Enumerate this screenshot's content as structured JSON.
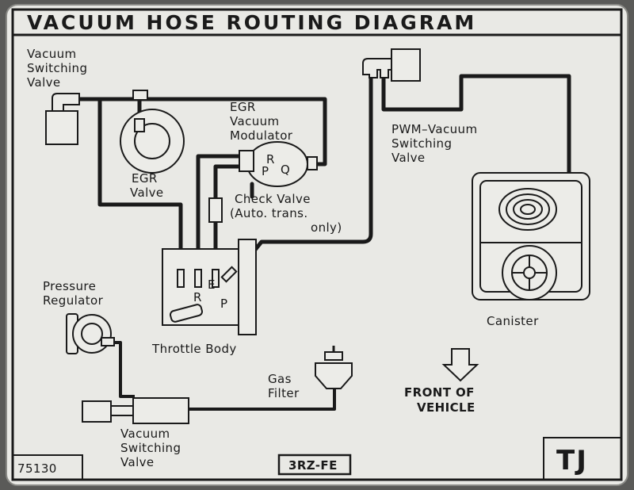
{
  "title": "VACUUM HOSE ROUTING DIAGRAM",
  "code_tag": "TJ",
  "part_number": "75130",
  "engine": "3RZ-FE",
  "labels": {
    "vsv_top_1": "Vacuum",
    "vsv_top_2": "Switching",
    "vsv_top_3": "Valve",
    "egr_valve_1": "EGR",
    "egr_valve_2": "Valve",
    "egr_mod_1": "EGR",
    "egr_mod_2": "Vacuum",
    "egr_mod_3": "Modulator",
    "port_r": "R",
    "port_p": "P",
    "port_q": "Q",
    "check_1": "Check  Valve",
    "check_2": "(Auto.  trans.",
    "check_3": "only)",
    "pwm_1": "PWM–Vacuum",
    "pwm_2": "Switching",
    "pwm_3": "Valve",
    "canister": "Canister",
    "pressure_1": "Pressure",
    "pressure_2": "Regulator",
    "tb_r": "R",
    "tb_e": "E",
    "tb_p": "P",
    "throttle": "Throttle Body",
    "gas_1": "Gas",
    "gas_2": "Filter",
    "front_1": "FRONT  OF",
    "front_2": "VEHICLE",
    "vsv_bot_1": "Vacuum",
    "vsv_bot_2": "Switching",
    "vsv_bot_3": "Valve"
  },
  "colors": {
    "plate": "#e9e9e5",
    "ink": "#1a1a1a",
    "background": "#5a5a58"
  }
}
